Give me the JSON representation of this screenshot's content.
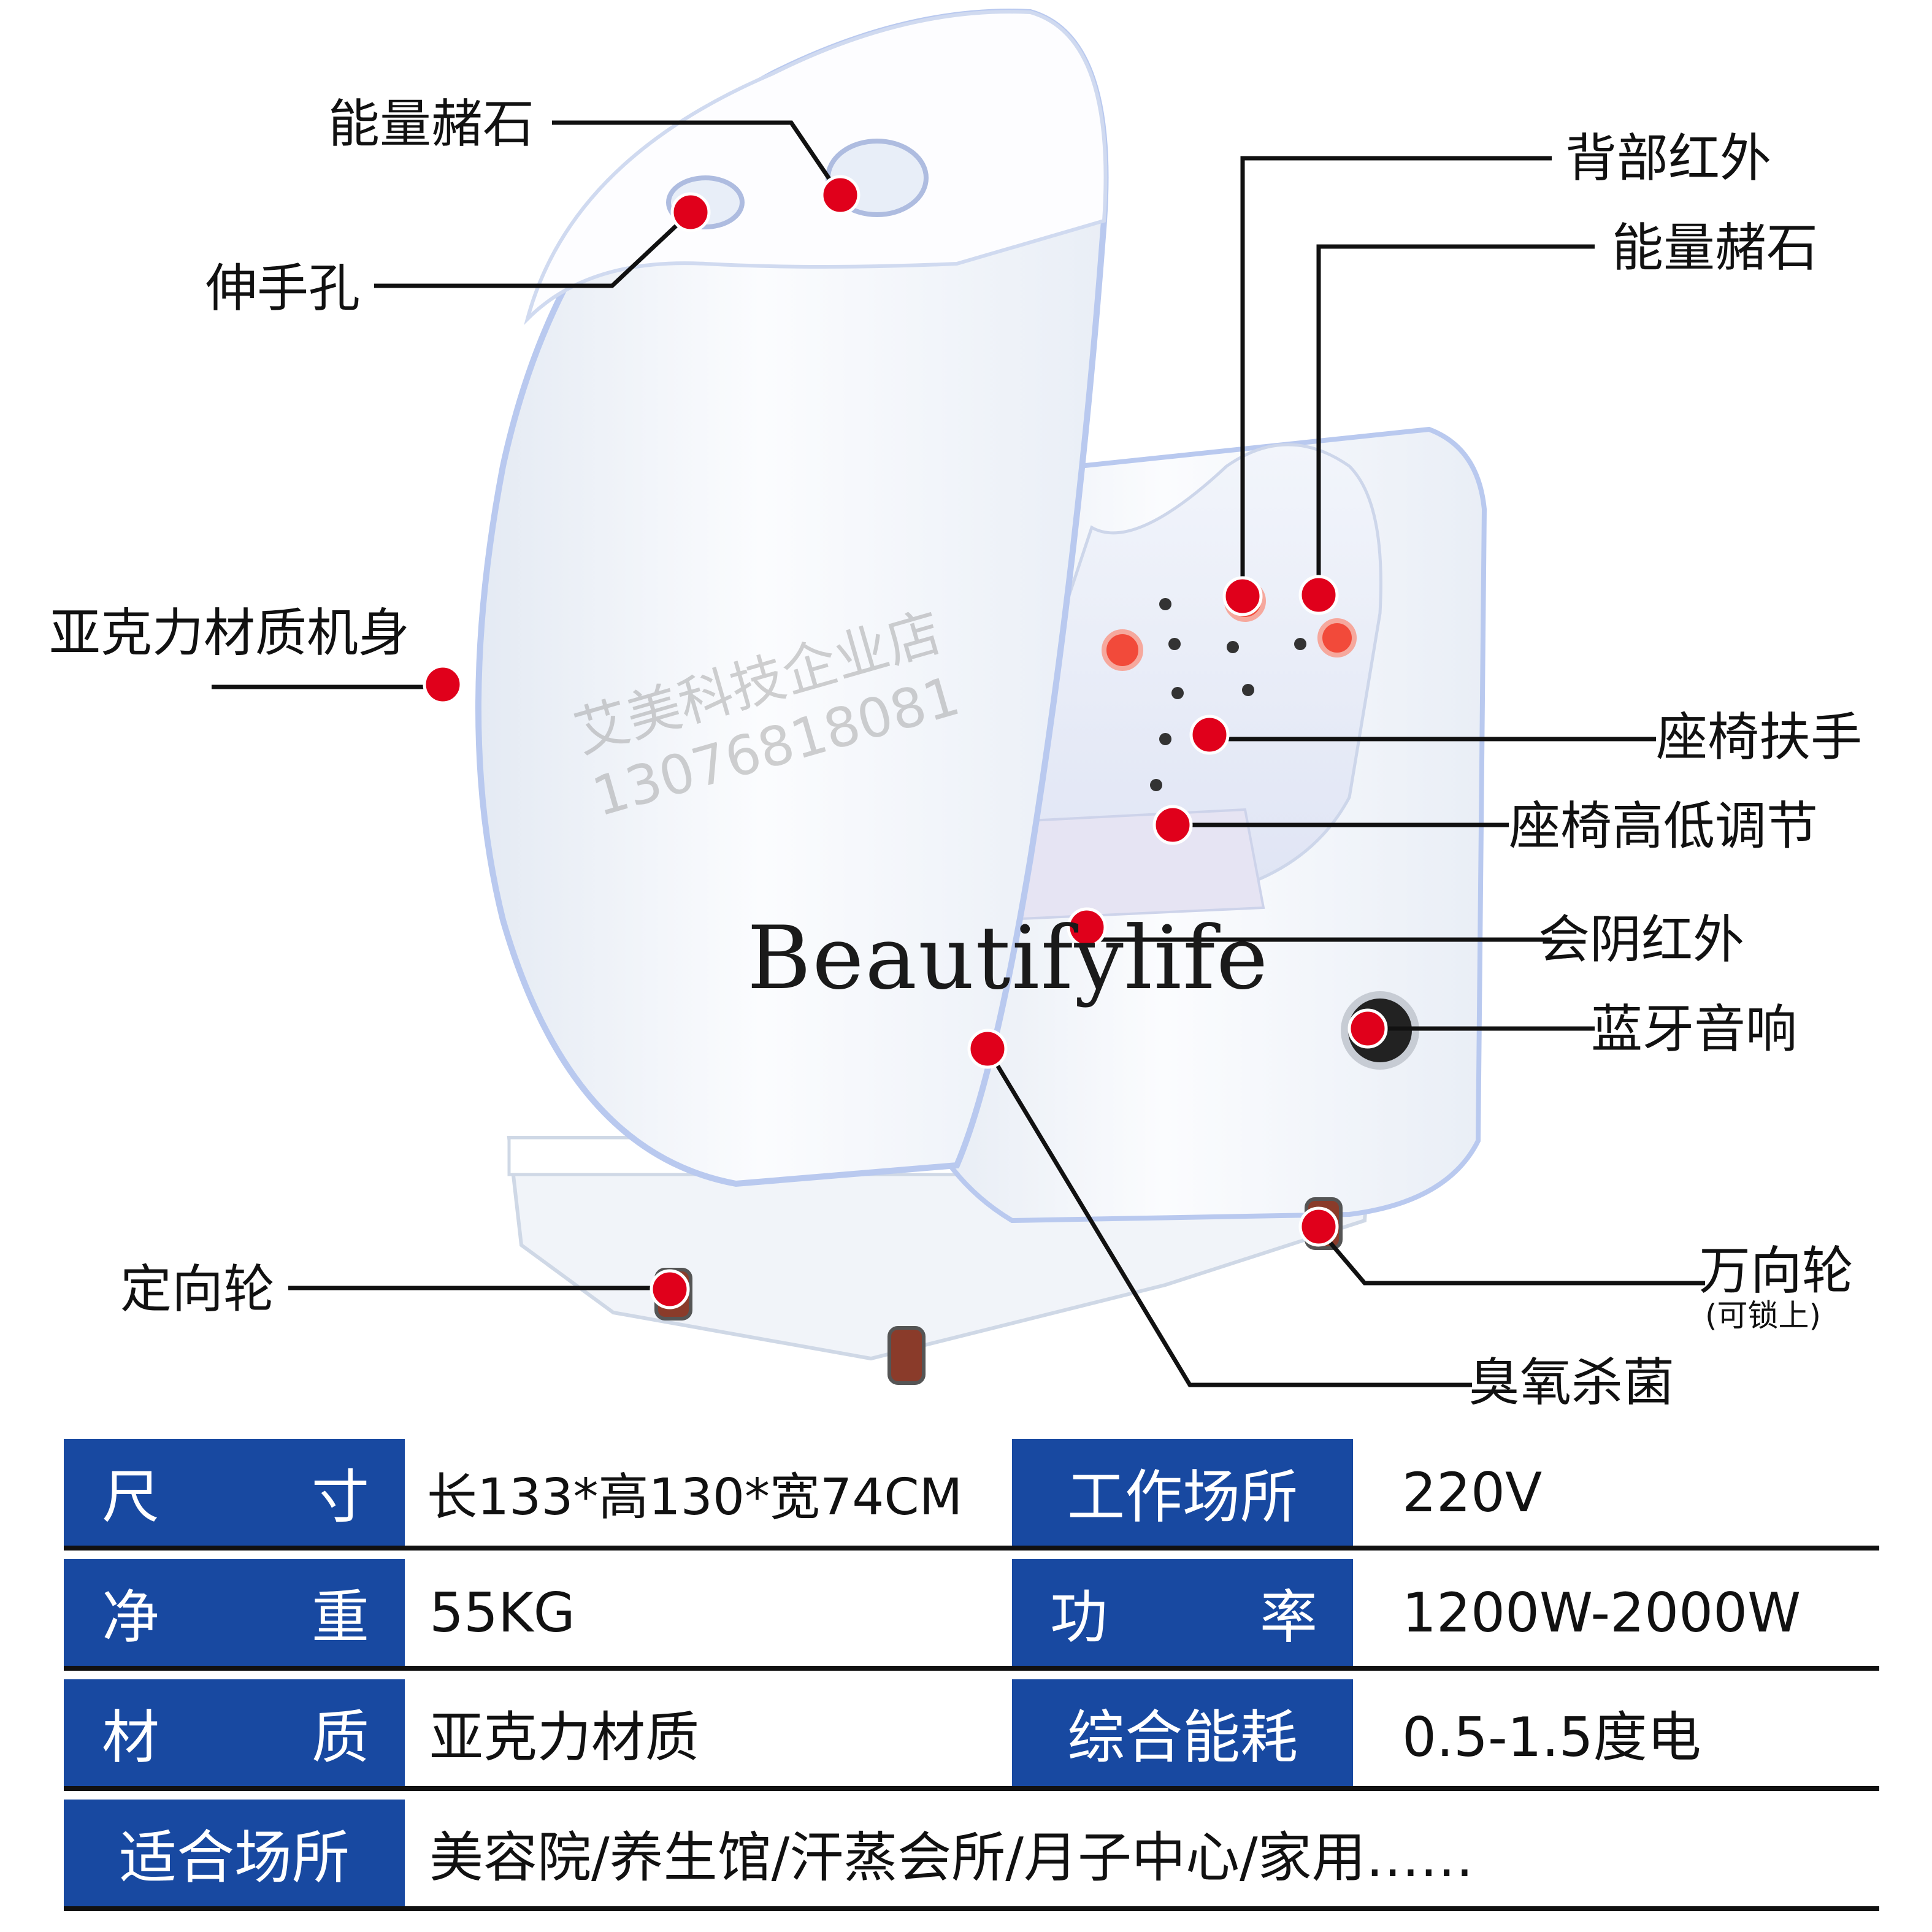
{
  "colors": {
    "header_blue": "#1849a1",
    "marker_red": "#e0001b",
    "leader_line": "#111111",
    "body_white": "#f4f7fb",
    "trim_blue": "#b9c9ef"
  },
  "callouts": {
    "energy_stone_top": "能量赭石",
    "hand_hole": "伸手孔",
    "acrylic_body": "亚克力材质机身",
    "fixed_wheel": "定向轮",
    "back_infrared": "背部红外",
    "energy_stone_right": "能量赭石",
    "seat_armrest": "座椅扶手",
    "seat_height": "座椅高低调节",
    "perineal_infrared": "会阴红外",
    "bluetooth_speaker": "蓝牙音响",
    "universal_wheel": "万向轮",
    "universal_wheel_note": "(可锁上)",
    "ozone_sterilization": "臭氧杀菌"
  },
  "watermark": {
    "shop": "艾美科技企业店",
    "phone": "13076818081"
  },
  "brand": "Beautifylife",
  "specs": {
    "size_label": [
      "尺",
      "寸"
    ],
    "size_value": "长133*高130*宽74CM",
    "venue_label": "工作场所",
    "venue_value": "220V",
    "weight_label": [
      "净",
      "重"
    ],
    "weight_value": "55KG",
    "power_label": [
      "功",
      "率"
    ],
    "power_value": "1200W-2000W",
    "material_label": [
      "材",
      "质"
    ],
    "material_value": "亚克力材质",
    "consumption_label": "综合能耗",
    "consumption_value": "0.5-1.5度电",
    "suitable_label": "适合场所",
    "suitable_value": "美容院/养生馆/汗蒸会所/月子中心/家用……"
  }
}
